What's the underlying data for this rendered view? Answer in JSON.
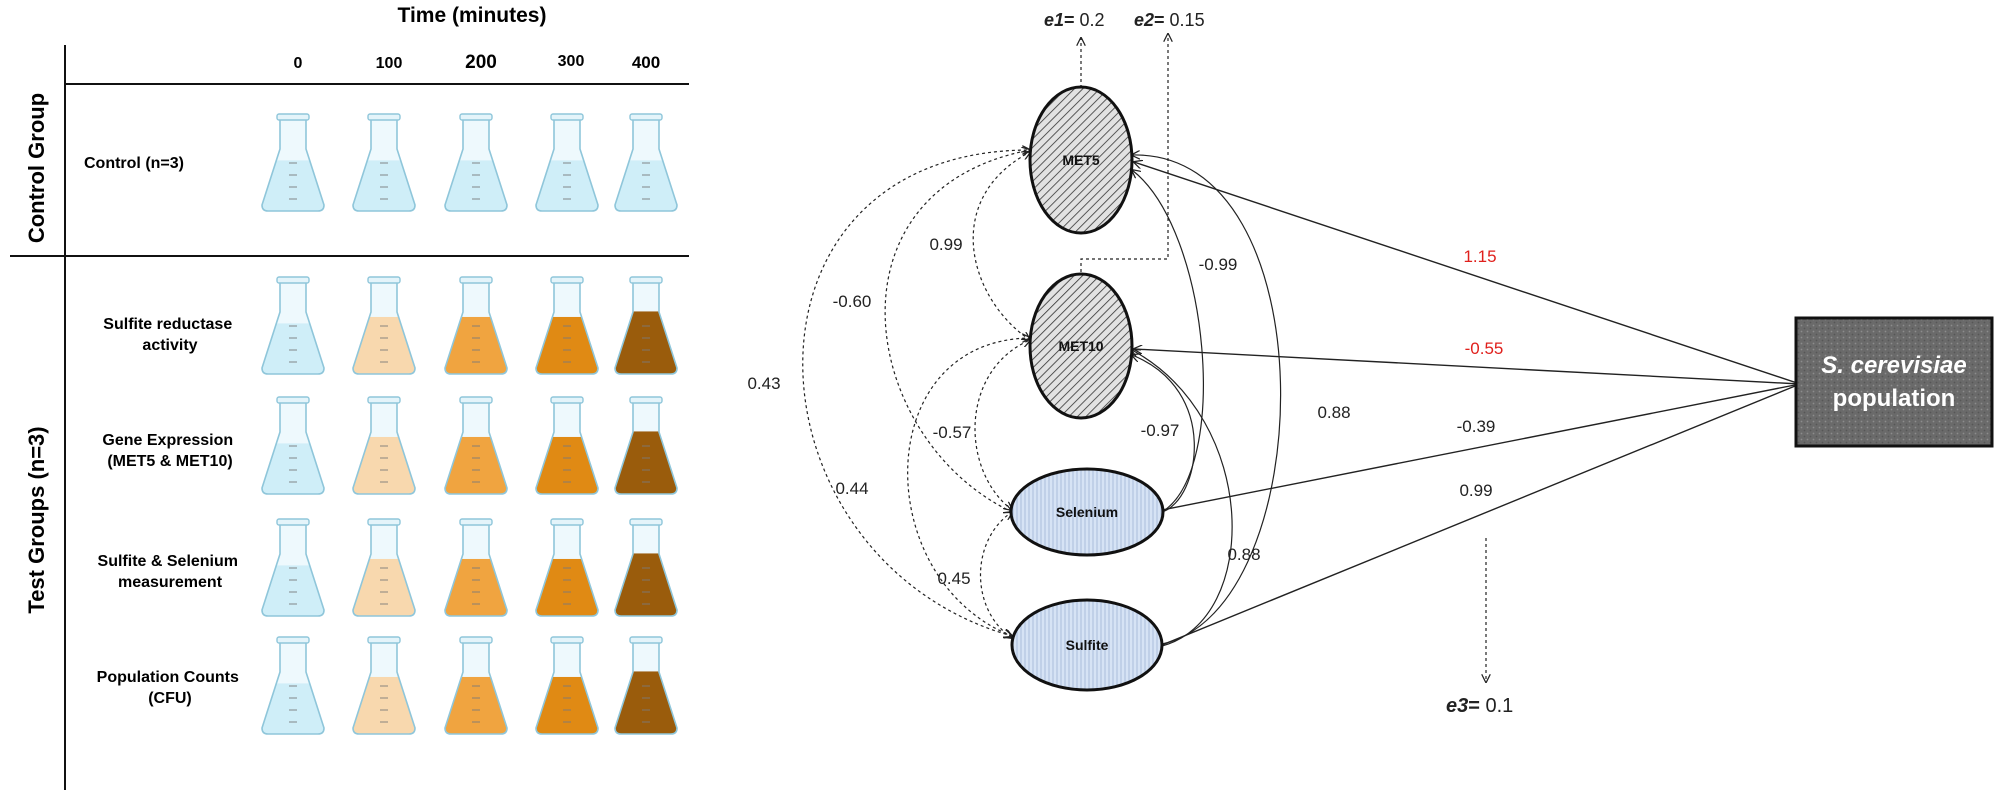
{
  "experiment": {
    "time_title": "Time (minutes)",
    "time_points": [
      "0",
      "100",
      "200",
      "300",
      "400"
    ],
    "groups": [
      {
        "label": "Control Group",
        "rows": [
          {
            "label_lines": [
              "Control (n=3)"
            ],
            "flask_fills": [
              "empty",
              "empty",
              "empty",
              "empty",
              "empty"
            ]
          }
        ]
      },
      {
        "label": "Test Groups (n=3)",
        "rows": [
          {
            "label_lines": [
              "Sulfite reductase",
              "activity"
            ],
            "flask_fills": [
              "empty",
              "light",
              "medium",
              "dark",
              "darkest"
            ]
          },
          {
            "label_lines": [
              "Gene Expression",
              "(MET5 & MET10)"
            ],
            "flask_fills": [
              "empty",
              "light",
              "medium",
              "dark",
              "darkest"
            ]
          },
          {
            "label_lines": [
              "Sulfite & Selenium",
              "measurement"
            ],
            "flask_fills": [
              "empty",
              "light",
              "medium",
              "dark",
              "darkest"
            ]
          },
          {
            "label_lines": [
              "Population Counts",
              "(CFU)"
            ],
            "flask_fills": [
              "empty",
              "light",
              "medium",
              "dark",
              "darkest"
            ]
          }
        ]
      }
    ],
    "colors": {
      "empty": "#cfeef8",
      "light": "#f8d8ae",
      "medium": "#f0a440",
      "dark": "#e08a14",
      "darkest": "#9a5c0c",
      "glass_outline": "#8fc6da"
    }
  },
  "model": {
    "nodes": {
      "met5": {
        "label": "MET5"
      },
      "met10": {
        "label": "MET10"
      },
      "selenium": {
        "label": "Selenium"
      },
      "sulfite": {
        "label": "Sulfite"
      },
      "outcome": {
        "label_italic": "S. cerevisiae",
        "label_plain": "population"
      }
    },
    "errors": {
      "e1": {
        "name": "e1",
        "value": "0.2"
      },
      "e2": {
        "name": "e2",
        "value": "0.15"
      },
      "e3": {
        "name": "e3",
        "value": "0.1"
      }
    },
    "paths": {
      "met5_outcome": "1.15",
      "met10_outcome": "-0.55",
      "selenium_outcome": "-0.39",
      "sulfite_outcome": "0.99"
    },
    "correlations": {
      "met5_met10": "0.99",
      "met5_selenium": "-0.60",
      "met5_sulfite": "0.43",
      "met10_selenium": "-0.57",
      "met10_sulfite": "0.44",
      "selenium_sulfite": "0.45",
      "met5_selenium_right": "-0.99",
      "met5_sulfite_right": "0.88",
      "met10_selenium_right": "-0.97",
      "met10_sulfite_right": "0.88"
    },
    "colors": {
      "highlight": "#e0201c",
      "gene_fill": "#d9d9d9",
      "measure_fill": "#d6e3f5",
      "outcome_fill": "#666666"
    }
  }
}
